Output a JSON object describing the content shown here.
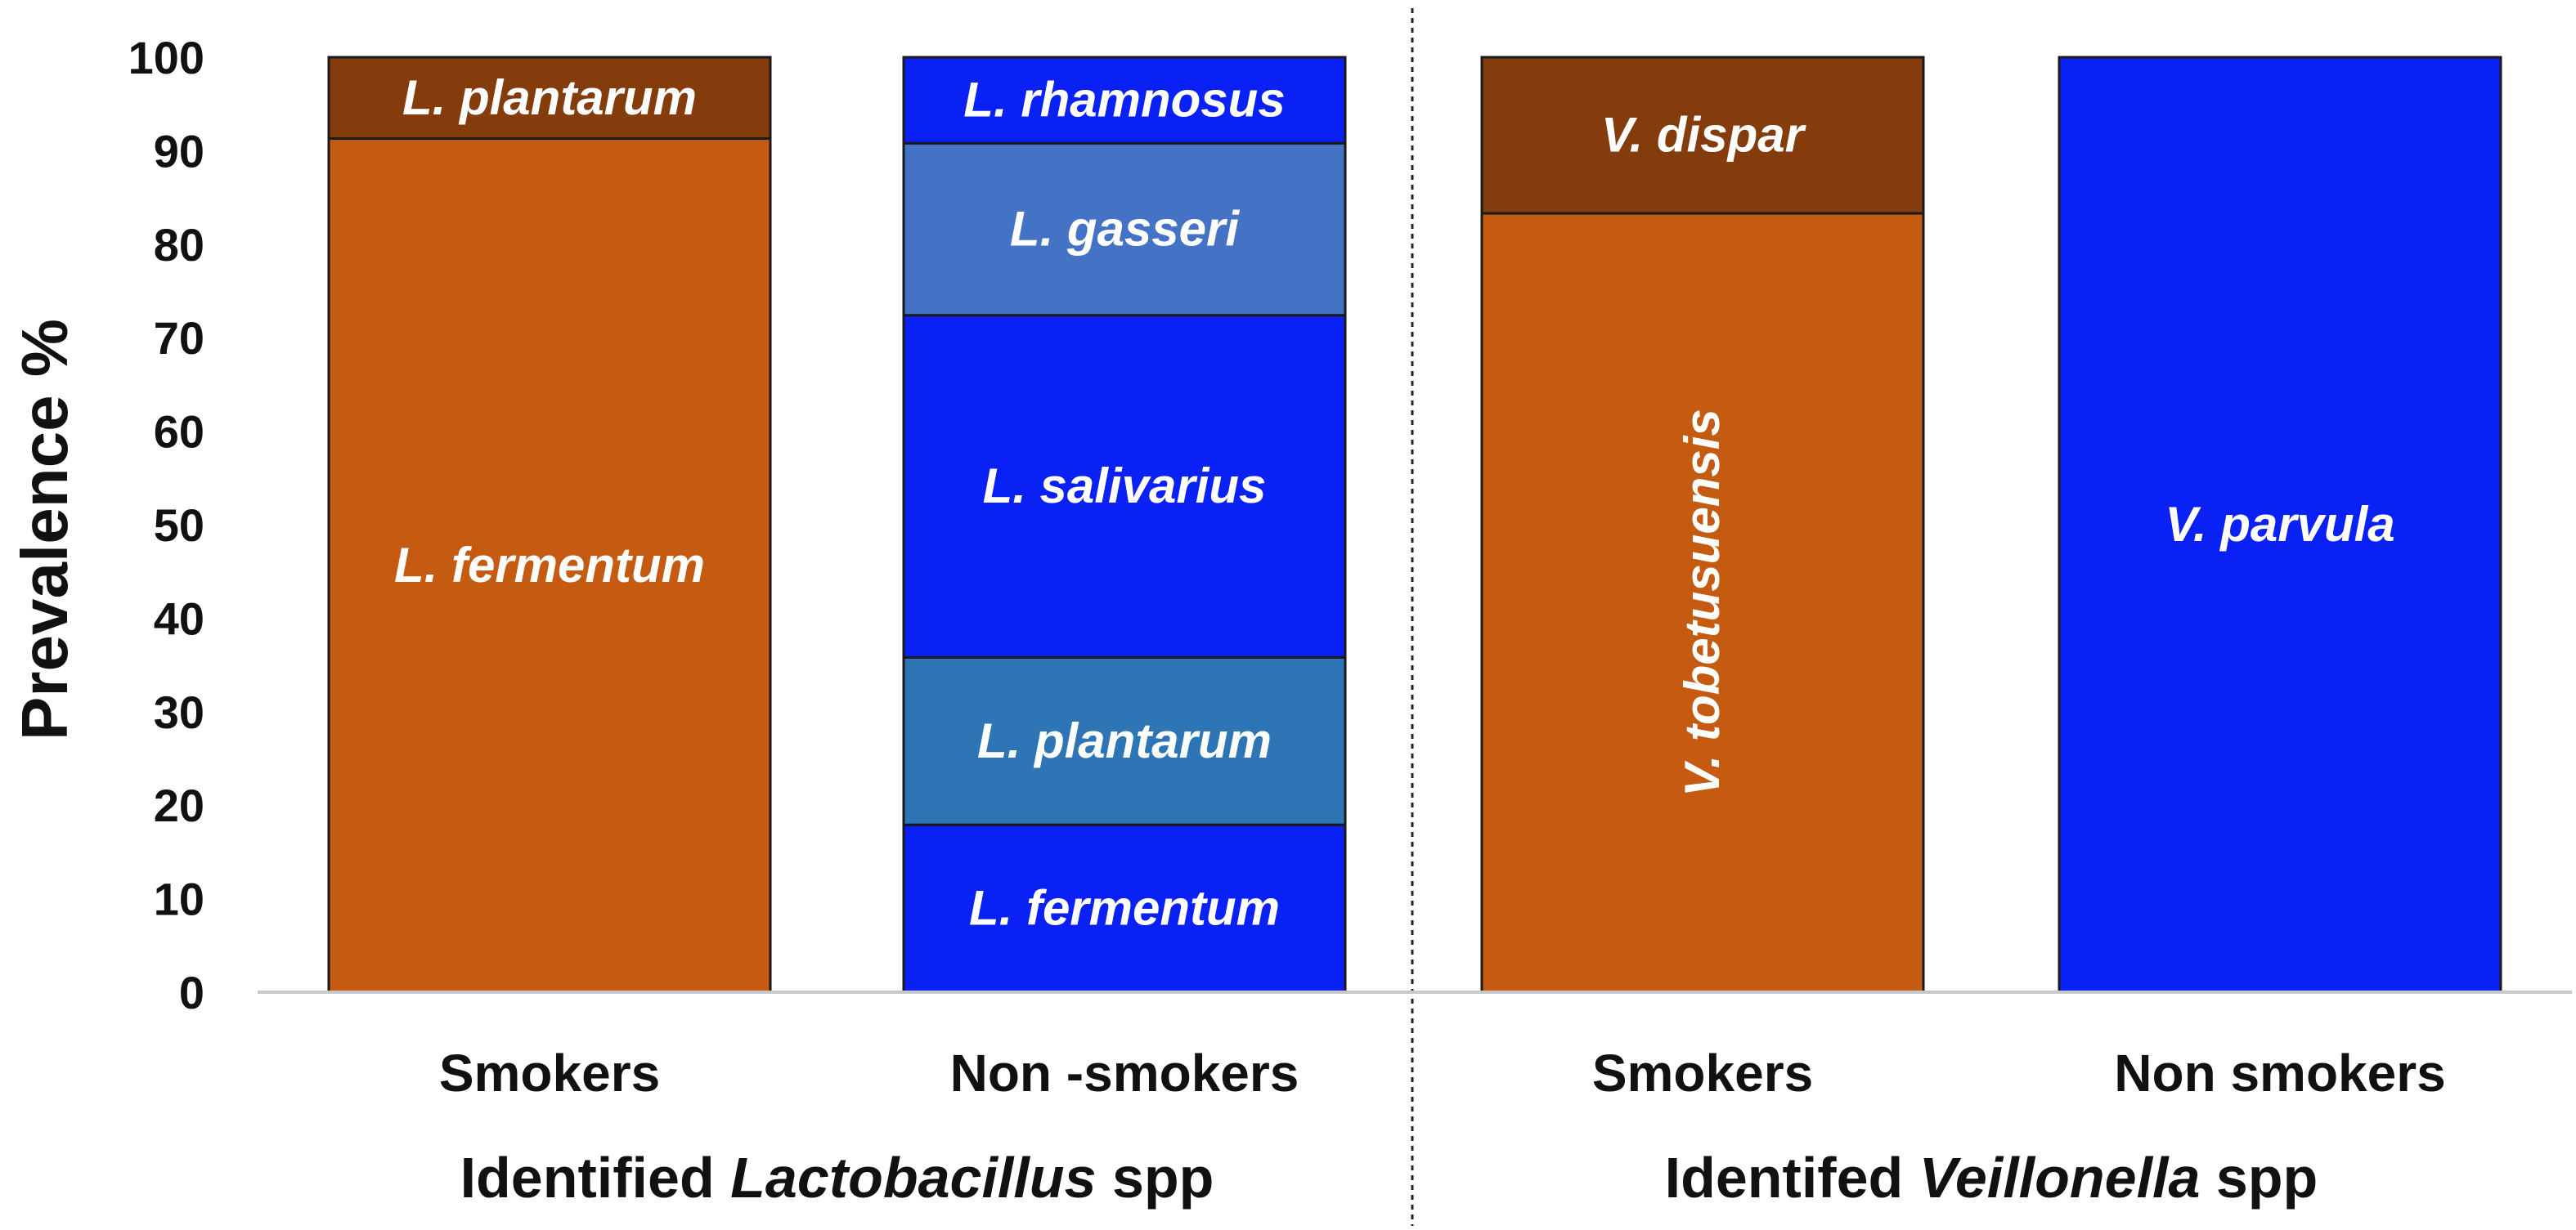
{
  "chart_data": {
    "type": "bar",
    "stacked": true,
    "ylabel": "Prevalence %",
    "ylim": [
      0,
      100
    ],
    "yticks": [
      0,
      10,
      20,
      30,
      40,
      50,
      60,
      70,
      80,
      90,
      100
    ],
    "grid": false,
    "groups": [
      {
        "label_prefix": "Identified ",
        "label_genus": "Lactobacillus",
        "label_suffix": " spp",
        "bars": [
          {
            "category": "Smokers",
            "segments": [
              {
                "species": "L. fermentum",
                "value": 91.3,
                "color": "#C55A11",
                "label_rotated": false
              },
              {
                "species": "L. plantarum",
                "value": 8.7,
                "color": "#843C0C",
                "label_rotated": false
              }
            ]
          },
          {
            "category": "Non -smokers",
            "segments": [
              {
                "species": "L. fermentum",
                "value": 17.9,
                "color": "#0A21F5",
                "label_rotated": false
              },
              {
                "species": "L. plantarum",
                "value": 17.9,
                "color": "#2E75B6",
                "label_rotated": false
              },
              {
                "species": "L. salivarius",
                "value": 36.6,
                "color": "#0A21F5",
                "label_rotated": false
              },
              {
                "species": "L. gasseri",
                "value": 18.4,
                "color": "#4472C4",
                "label_rotated": false
              },
              {
                "species": "L. rhamnosus",
                "value": 9.2,
                "color": "#0A21F5",
                "label_rotated": false
              }
            ]
          }
        ]
      },
      {
        "label_prefix": "Identifed ",
        "label_genus": "Veillonella",
        "label_suffix": " spp",
        "bars": [
          {
            "category": "Smokers",
            "segments": [
              {
                "species": "V. tobetusuensis",
                "value": 83.3,
                "color": "#C55A11",
                "label_rotated": true
              },
              {
                "species": "V. dispar",
                "value": 16.7,
                "color": "#843C0C",
                "label_rotated": false
              }
            ]
          },
          {
            "category": "Non smokers",
            "segments": [
              {
                "species": "V. parvula",
                "value": 100,
                "color": "#0A21F5",
                "label_rotated": false
              }
            ]
          }
        ]
      }
    ]
  }
}
